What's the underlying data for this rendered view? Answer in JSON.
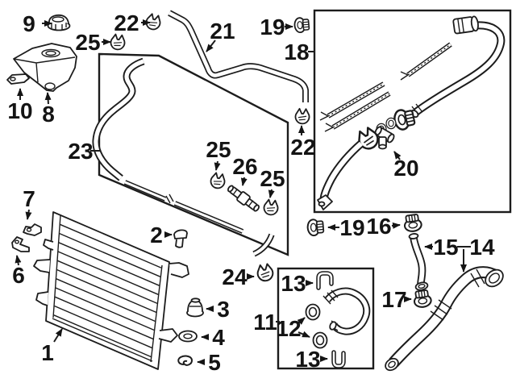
{
  "figure": {
    "kind": "parts-diagram",
    "line_color": "#1c1c1c",
    "background_color": "#ffffff"
  },
  "labels": {
    "p1": "1",
    "p2": "2",
    "p3": "3",
    "p4": "4",
    "p5": "5",
    "p6": "6",
    "p7": "7",
    "p8": "8",
    "p9": "9",
    "p10": "10",
    "p11": "11",
    "p12": "12",
    "p13": "13",
    "p14": "14",
    "p15": "15",
    "p16": "16",
    "p17": "17",
    "p18": "18",
    "p19": "19",
    "p20": "20",
    "p21": "21",
    "p22": "22",
    "p23": "23",
    "p24": "24",
    "p25": "25",
    "p26": "26"
  }
}
